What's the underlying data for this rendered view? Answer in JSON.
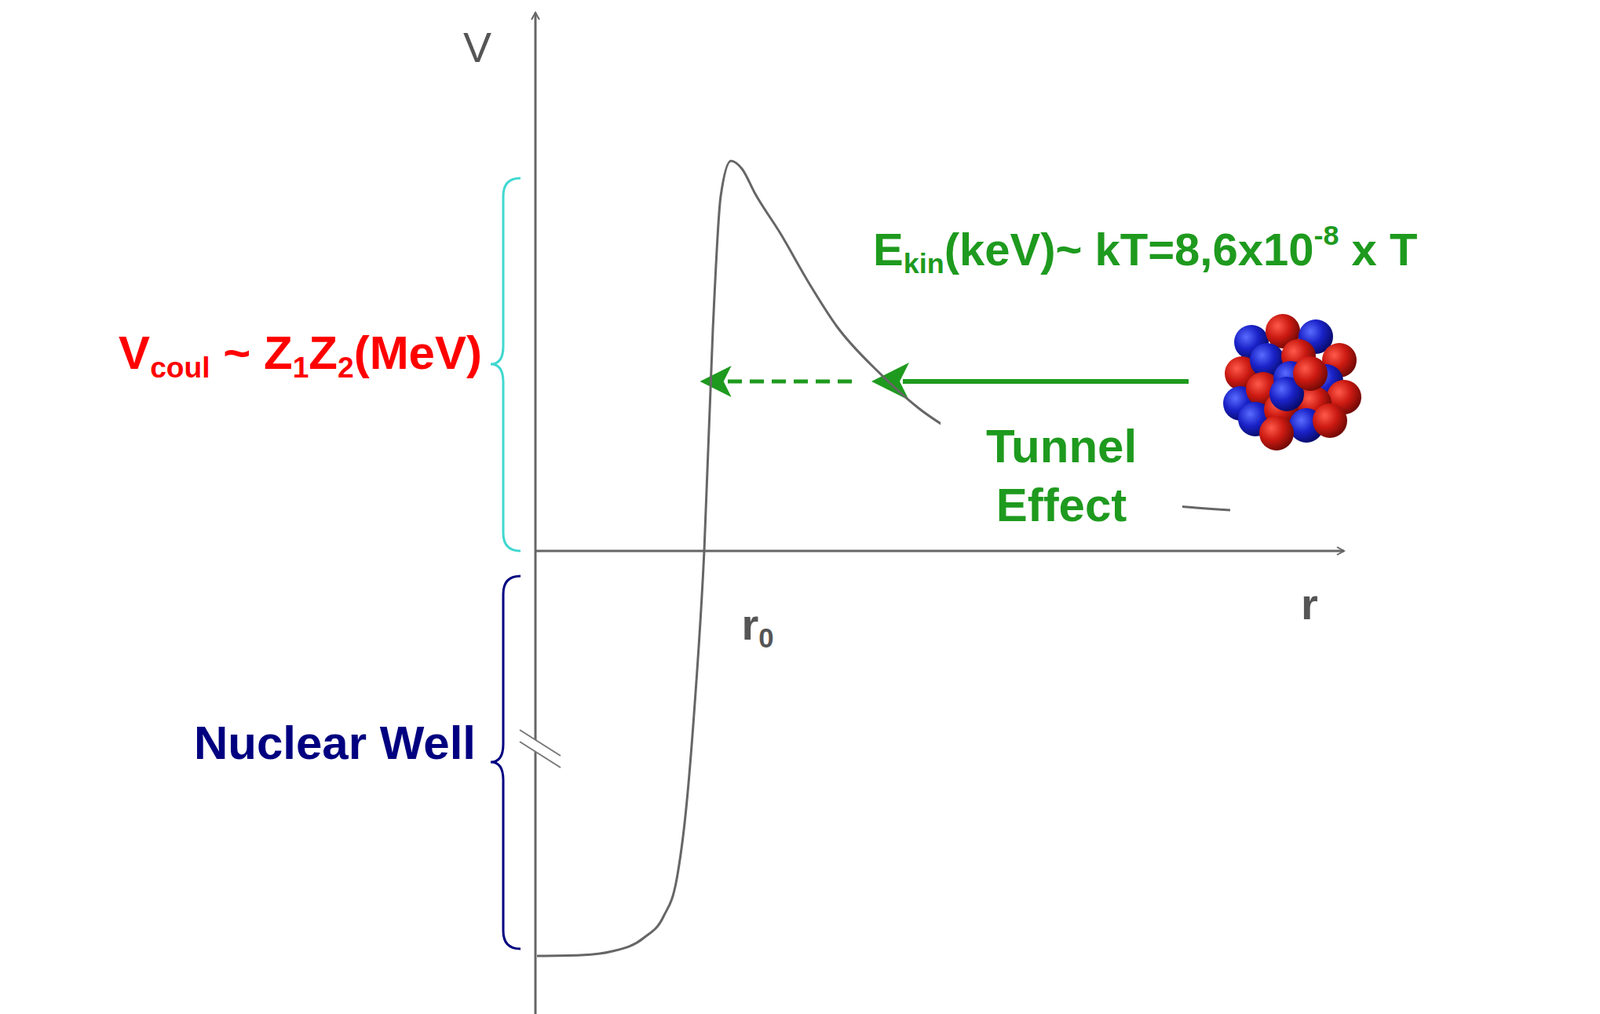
{
  "diagram": {
    "labels": [
      "V",
      "Vcoul ~ Z1Z2(MeV)",
      "Nuclear Well",
      "Ekin(keV)~ kT=8,6x10-8 x T",
      "Tunnel Effect",
      "r0",
      "r"
    ]
  }
}
